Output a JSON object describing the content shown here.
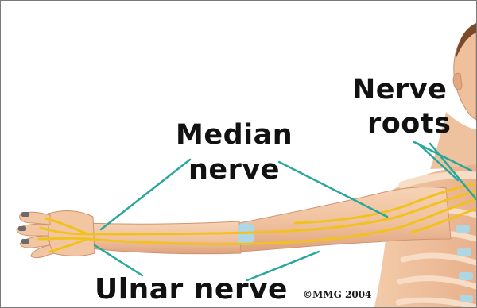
{
  "labels": {
    "median_nerve": [
      "Median",
      "nerve"
    ],
    "nerve_roots": [
      "Nerve",
      "roots"
    ],
    "ulnar_nerve": "Ulnar nerve"
  },
  "copyright": "©MMG 2004",
  "colors": {
    "skin": "#f3c9a6",
    "skin_shadow": "#e2a983",
    "nerve": "#f1c21e",
    "bone_cartilage": "#aed6e3",
    "leader_line": "#2aa79b"
  }
}
